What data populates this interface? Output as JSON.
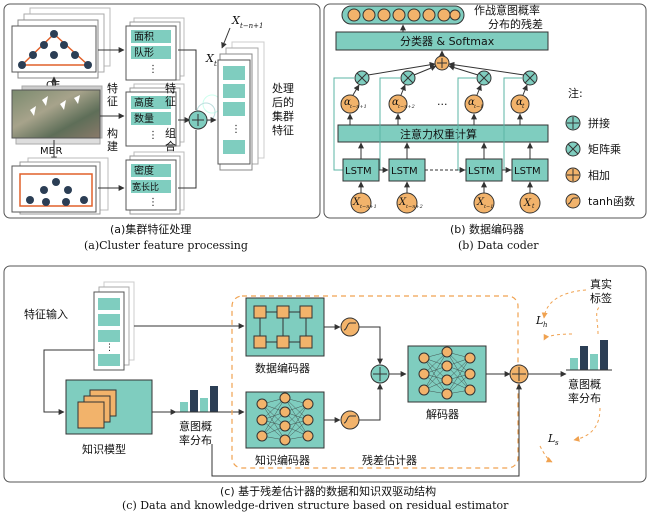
{
  "panel_a": {
    "oe_label": "OE",
    "mbr_label": "MBR",
    "feat_top": [
      "面积",
      "队形"
    ],
    "feat_mid": [
      "高度",
      "数量"
    ],
    "feat_bot": [
      "密度",
      "宽长比"
    ],
    "ellipsis": "⋮",
    "left_vertical_1": [
      "特",
      "征"
    ],
    "left_vertical_2": [
      "构",
      "建"
    ],
    "right_vertical_1": [
      "特",
      "征"
    ],
    "right_vertical_2": [
      "组",
      "合"
    ],
    "x_top": "X",
    "x_top_sub": "t−n+1",
    "x_mid": "X",
    "x_mid_sub": "t",
    "result_label": [
      "处理",
      "后的",
      "集群",
      "特征"
    ],
    "caption_cn": "(a)集群特征处理",
    "caption_en": "(a)Cluster feature  processing"
  },
  "panel_b": {
    "output_title": [
      "作战意图概率",
      "分布的残差"
    ],
    "classifier": "分类器 & Softmax",
    "attention": "注意力权重计算",
    "lstm_label": "LSTM",
    "alpha": "α",
    "alpha_subs": [
      "t−n+1",
      "t−n+2",
      "t−1",
      "t"
    ],
    "x_var": "X",
    "x_subs": [
      "t−n+1",
      "t−n+2",
      "t−1",
      "t"
    ],
    "dots": "···",
    "legend_title": "注:",
    "legend": [
      "拼接",
      "矩阵乘",
      "相加",
      "tanh函数"
    ],
    "caption_cn": "(b) 数据编码器",
    "caption_en": "(b) Data coder"
  },
  "panel_c": {
    "feature_input": "特征输入",
    "data_encoder": "数据编码器",
    "knowledge_encoder": "知识编码器",
    "decoder": "解码器",
    "residual_estimator": "残差估计器",
    "knowledge_model": "知识模型",
    "intent_dist_mid": [
      "意图概",
      "率分布"
    ],
    "intent_dist_right": [
      "意图概",
      "率分布"
    ],
    "true_label": [
      "真实",
      "标签"
    ],
    "loss_h": "L",
    "loss_h_sub": "h",
    "loss_s": "L",
    "loss_s_sub": "s",
    "caption_cn": "(c) 基于残差估计器的数据和知识双驱动结构",
    "caption_en": "(c) Data and knowledge-driven structure based on residual estimator"
  },
  "colors": {
    "teal": "#7fcdbf",
    "teal_dark": "#5bb5a5",
    "orange": "#f2b36b",
    "navy": "#2b3e55",
    "arrow": "#333333",
    "dashed_orange": "#f0a250"
  }
}
